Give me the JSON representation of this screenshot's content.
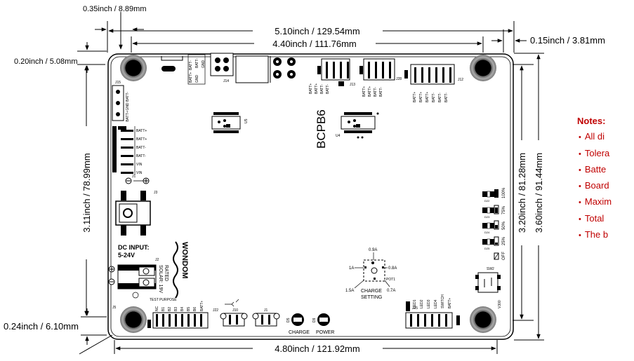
{
  "dimensions": {
    "hole_x": "0.35inch / 8.89mm",
    "board_width": "5.10inch / 129.54mm",
    "hole_spacing_x": "4.40inch / 111.76mm",
    "right_margin": "0.15inch / 3.81mm",
    "top_margin": "0.20inch / 5.08mm",
    "left_height": "3.11inch / 78.99mm",
    "hole_spacing_y": "3.20inch / 81.28mm",
    "board_height": "3.60inch / 91.44mm",
    "bottom_hole": "0.24inch / 6.10mm",
    "bottom_width": "4.80inch / 121.92mm"
  },
  "board": {
    "model": "BCPB6",
    "logo": "WONDOM",
    "dc_input_line1": "DC INPUT:",
    "dc_input_line2": "5-24V",
    "solar_line1": "SOLAR: 19V",
    "solar_line2": "RATED",
    "test_purpose": "TEST PURPOSE",
    "charge": "CHARGE",
    "power": "POWER",
    "charge_setting_line1": "CHARGE",
    "charge_setting_line2": "SETTING",
    "pot_values": {
      "top": "0.9A",
      "left": "1A",
      "right": "0.8A",
      "bottom_left": "1.5A",
      "bottom_right": "0.7A"
    },
    "pot_name": "POT1",
    "refdes": {
      "j1": "J1",
      "j2": "J2",
      "j3": "J3",
      "j5": "J5",
      "j10": "J10",
      "j12": "J12",
      "j13": "J13",
      "j14": "J14",
      "j15": "J15",
      "j22": "J22",
      "j25": "J25",
      "j28": "J28",
      "u4": "U4",
      "u5": "U5",
      "d5": "D5",
      "d9": "D9",
      "d22": "D22",
      "d23": "D23",
      "d24": "D24",
      "d25": "D25",
      "sw2": "SW2",
      "v300": "V300"
    },
    "battery_levels": [
      "100%",
      "75%",
      "50%",
      "25%",
      "OFF"
    ],
    "battery_header_pins": [
      "BATT+",
      "BATT+",
      "BATT-",
      "BATT-",
      "VIN",
      "VIN"
    ],
    "j14_pins": [
      "BATT+",
      "BATT-",
      "GND",
      "BATT-",
      "GND"
    ],
    "j15_pins": [
      "BATT-",
      "GND",
      "BATT+"
    ],
    "j13_pins": [
      "BATT+",
      "BATT+",
      "BATT-",
      "BATT-"
    ],
    "j28_pins": [
      "BATT+",
      "BATT+",
      "BATT-",
      "BATT-"
    ],
    "j12_pins": [
      "BATT+",
      "BATT+",
      "BATT+",
      "BATT-",
      "BATT-",
      "BATT-"
    ],
    "j22_pins": [
      "NC",
      "B1",
      "B2",
      "B3",
      "B4",
      "B5",
      "B6",
      "BATT+"
    ],
    "j25_pins": [
      "LED1",
      "LED2",
      "LED3",
      "LED4",
      "SWITCH",
      "BATT+"
    ]
  },
  "notes": {
    "title": "Notes:",
    "items": [
      "All di",
      "Tolera",
      "Batte",
      "Board",
      "Maxim",
      "Total",
      "The b"
    ]
  },
  "colors": {
    "notes": "#c00000",
    "line": "#000000",
    "hole_ring": "#a0a0a0"
  }
}
